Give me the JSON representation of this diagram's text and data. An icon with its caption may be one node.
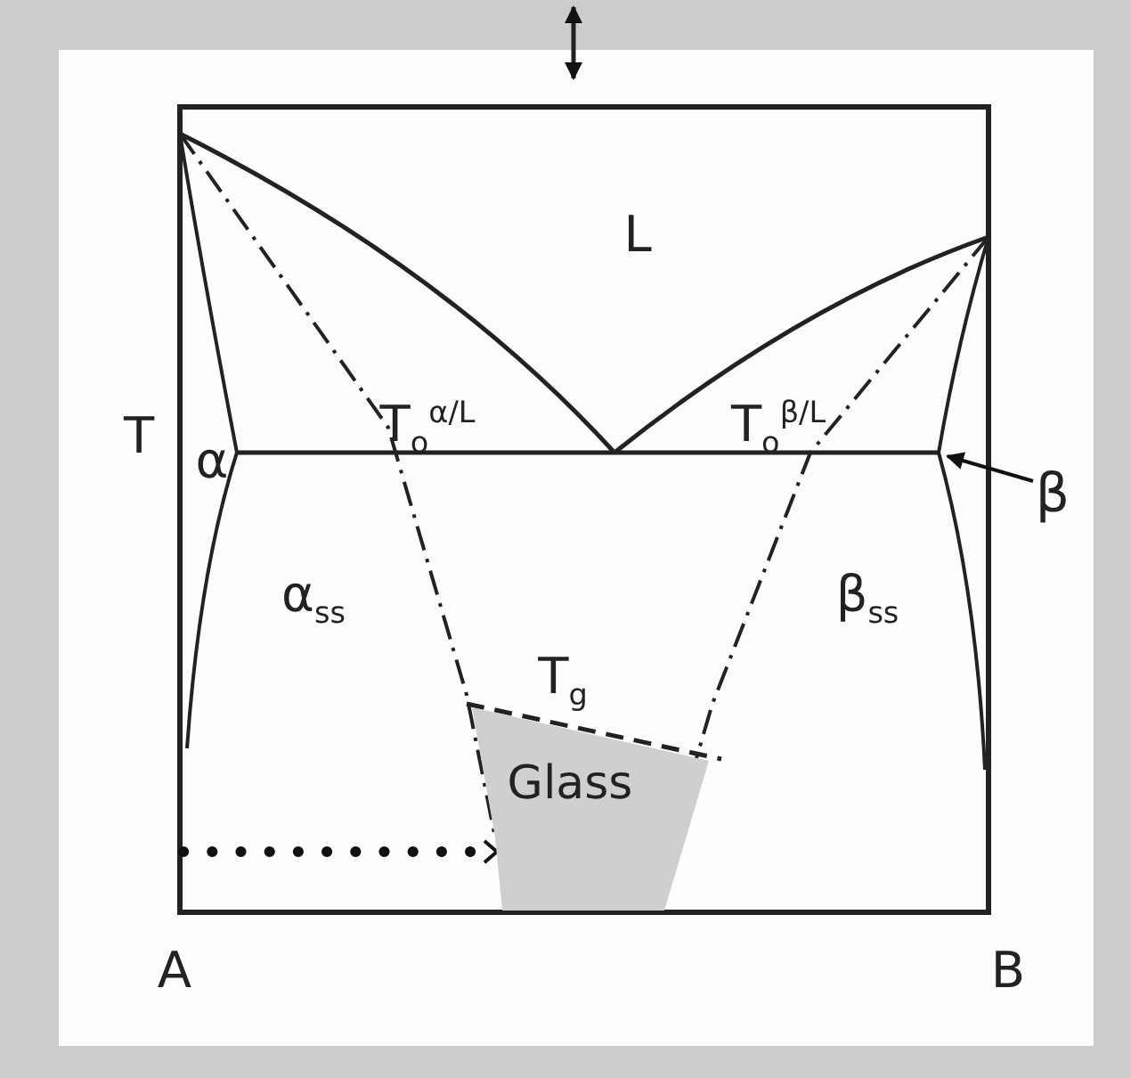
{
  "diagram": {
    "nodes": [
      {
        "text": [
          "Glass"
        ]
      },
      {
        "text": [
          "β"
        ]
      }
    ],
    "edges": [
      {
        "from": null,
        "to": 0,
        "arrow": "to",
        "style": "dashed"
      },
      {
        "from": 1,
        "to": null,
        "arrow": "to"
      }
    ],
    "labels": [
      "L",
      "T",
      "α",
      "T$_{o}$$^{α/L}$",
      "T$_{o}$$^{β/L}$",
      "α$_{ss}$",
      "β$_{ss}$",
      "T$_{g}$",
      "A",
      "B"
    ]
  }
}
